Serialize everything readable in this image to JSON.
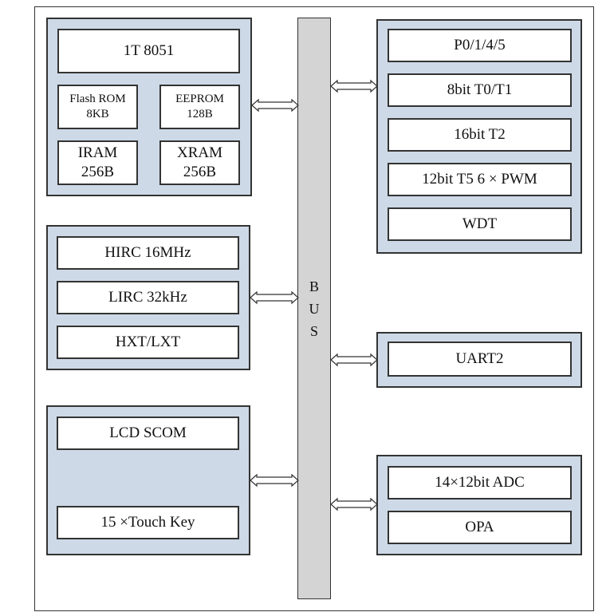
{
  "core": {
    "cpu": "1T 8051",
    "flash": "Flash ROM\n8KB",
    "eeprom": "EEPROM\n128B",
    "iram": "IRAM\n256B",
    "xram": "XRAM\n256B"
  },
  "clocks": [
    "HIRC 16MHz",
    "LIRC 32kHz",
    "HXT/LXT"
  ],
  "lcd": {
    "scom": "LCD SCOM",
    "touch": "15 ×Touch Key"
  },
  "bus": {
    "label": "B\nU\nS"
  },
  "peripherals": [
    "P0/1/4/5",
    "8bit  T0/T1",
    "16bit  T2",
    "12bit T5  6 × PWM",
    "WDT"
  ],
  "uart": {
    "label": "UART2"
  },
  "analog": {
    "adc": "14×12bit ADC",
    "opa": "OPA"
  },
  "colors": {
    "panel": "#cdd9e6",
    "bus": "#d4d4d4",
    "border": "#333333"
  }
}
